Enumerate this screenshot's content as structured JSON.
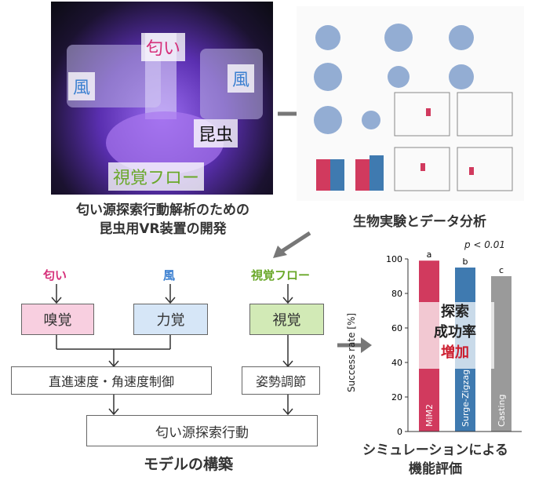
{
  "photo": {
    "labels": {
      "odor": "匂い",
      "wind_left": "風",
      "wind_right": "風",
      "insect": "昆虫",
      "optic_flow": "視覚フロー"
    }
  },
  "caption_vr": [
    "匂い源探索行動解析のための",
    "昆虫用VR装置の開発"
  ],
  "caption_bio": "生物実験とデータ分析",
  "diagram": {
    "inputs": {
      "odor": "匂い",
      "wind": "風",
      "visual": "視覚フロー"
    },
    "senses": {
      "olfaction": "嗅覚",
      "mechano": "力覚",
      "vision": "視覚"
    },
    "controls": {
      "speed": "直進速度・角速度制御",
      "posture": "姿勢調節"
    },
    "output": "匂い源探索行動"
  },
  "caption_model": "モデルの構築",
  "caption_sim": [
    "シミュレーションによる",
    "機能評価"
  ],
  "overlay": {
    "line1": "探索",
    "line2": "成功率",
    "line3": "増加"
  },
  "colors": {
    "odor": "#d6307a",
    "wind": "#3a7fd0",
    "visual": "#6aa82a",
    "odor_box": "#f8cfe0",
    "wind_box": "#d6e6f7",
    "vision_box": "#d2eab6",
    "bar1": "#d13a5e",
    "bar2": "#3f7ab0",
    "bar3": "#9a9a9a",
    "highlight": "#cc1d2e"
  },
  "chart_data": {
    "type": "bar",
    "categories": [
      "MiM2",
      "Surge-Zigzag",
      "Casting"
    ],
    "values": [
      99,
      95,
      90
    ],
    "sig_letters": [
      "a",
      "b",
      "c"
    ],
    "pvalue": "p < 0.01",
    "ylabel": "Success rate [%]",
    "ylim": [
      0,
      100
    ],
    "yticks": [
      "0",
      "20",
      "40",
      "60",
      "80",
      "100"
    ]
  }
}
